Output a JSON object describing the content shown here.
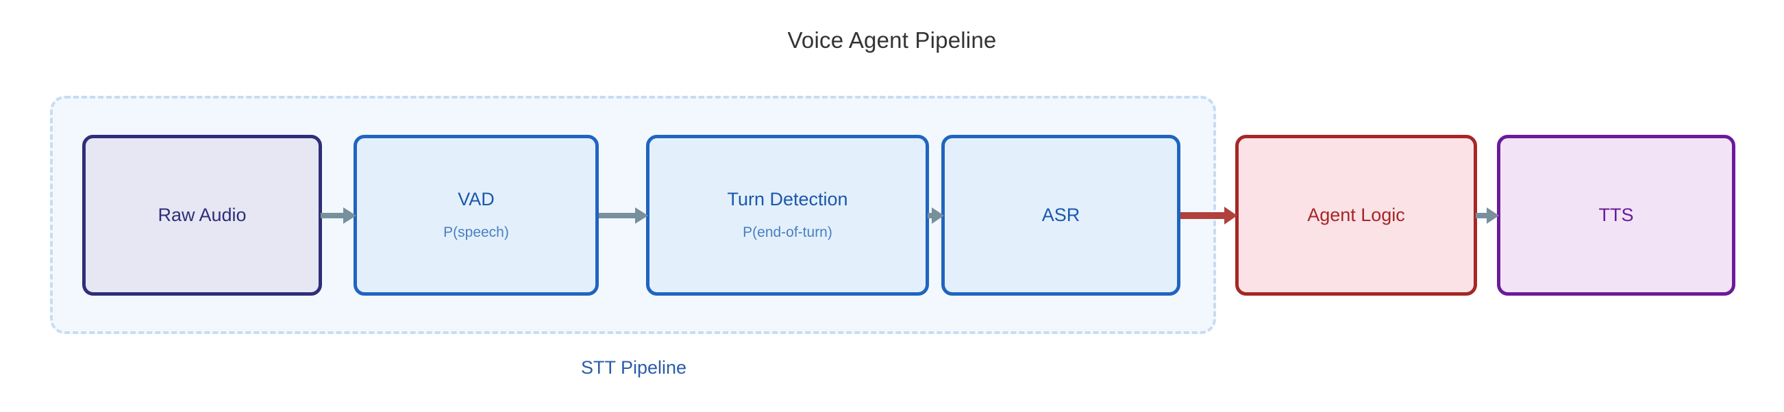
{
  "title": "Voice Agent Pipeline",
  "group": {
    "label": "STT Pipeline",
    "style": "dashed",
    "border_color": "#c7dcf2",
    "fill_color": "#f2f8fd"
  },
  "nodes": [
    {
      "id": "raw-audio",
      "title": "Raw Audio",
      "subtitle": "",
      "border_color": "#2e2e7a",
      "fill_color": "#e7e7f4",
      "text_color": "#2e2e7a",
      "in_group": true
    },
    {
      "id": "vad",
      "title": "VAD",
      "subtitle": "P(speech)",
      "border_color": "#2064c0",
      "fill_color": "#e3f0fb",
      "text_color": "#1b57ad",
      "in_group": true
    },
    {
      "id": "turn-detection",
      "title": "Turn Detection",
      "subtitle": "P(end-of-turn)",
      "border_color": "#2064c0",
      "fill_color": "#e3f0fb",
      "text_color": "#1b57ad",
      "in_group": true
    },
    {
      "id": "asr",
      "title": "ASR",
      "subtitle": "",
      "border_color": "#2064c0",
      "fill_color": "#e3f0fb",
      "text_color": "#1b57ad",
      "in_group": true
    },
    {
      "id": "agent-logic",
      "title": "Agent Logic",
      "subtitle": "",
      "border_color": "#a52727",
      "fill_color": "#fbe2e6",
      "text_color": "#a52727",
      "in_group": false
    },
    {
      "id": "tts",
      "title": "TTS",
      "subtitle": "",
      "border_color": "#6a1b9a",
      "fill_color": "#f2e4f6",
      "text_color": "#6a1b9a",
      "in_group": false
    }
  ],
  "edges": [
    {
      "id": "raw-to-vad",
      "from": "raw-audio",
      "to": "vad",
      "color": "#78909c",
      "label": ""
    },
    {
      "id": "vad-to-turn",
      "from": "vad",
      "to": "turn-detection",
      "color": "#78909c",
      "label": ""
    },
    {
      "id": "turn-to-asr",
      "from": "turn-detection",
      "to": "asr",
      "color": "#78909c",
      "label": ""
    },
    {
      "id": "asr-to-agent",
      "from": "asr",
      "to": "agent-logic",
      "color": "#b1413c",
      "label": ""
    },
    {
      "id": "agent-to-tts",
      "from": "agent-logic",
      "to": "tts",
      "color": "#78909c",
      "label": ""
    }
  ],
  "colors": {
    "background": "#ffffff",
    "title_text": "#333333",
    "group_label_text": "#2a5caa",
    "arrow_gray": "#78909c",
    "arrow_red": "#b1413c"
  }
}
